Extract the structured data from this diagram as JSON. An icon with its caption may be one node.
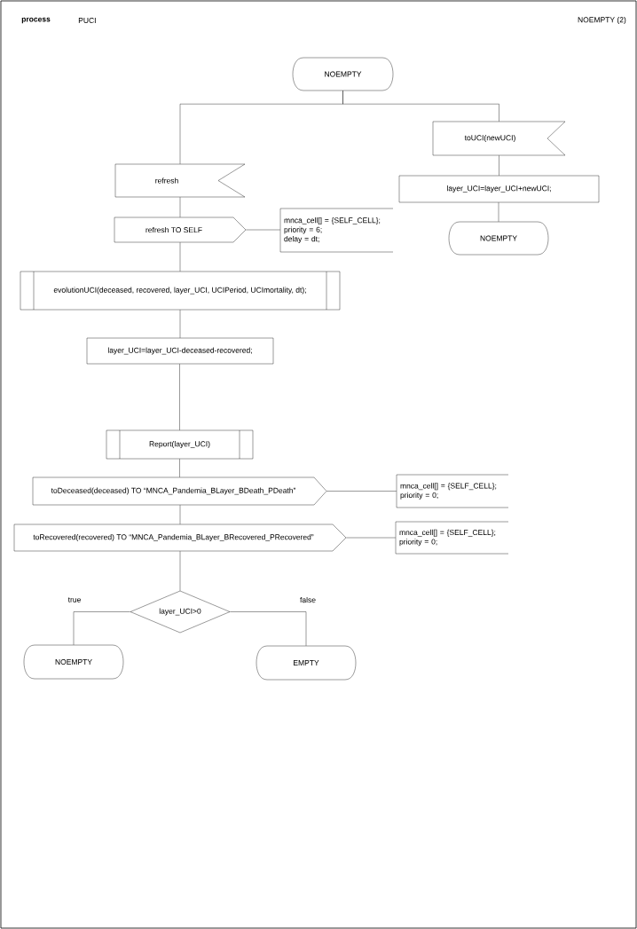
{
  "diagram": {
    "nodes": [
      {
        "text": [
          "NOEMPTY"
        ]
      },
      {
        "text": [
          "refresh"
        ]
      },
      {
        "text": [
          "toUCI(newUCI)"
        ]
      },
      {
        "text": [
          "layer_UCI=layer_UCI+newUCI;"
        ]
      },
      {
        "text": [
          "NOEMPTY"
        ]
      },
      {
        "text": [
          "refresh TO SELF"
        ]
      },
      {
        "text": [
          "mnca_cell[] = {SELF_CELL};",
          "priority = 6;",
          "delay = dt;"
        ]
      },
      {
        "text": [
          "evolutionUCI(deceased, recovered, layer_UCI, UCIPeriod, UCImortality, dt);"
        ]
      },
      {
        "text": [
          "layer_UCI=layer_UCI-deceased-recovered;"
        ]
      },
      {
        "text": [
          "Report(layer_UCI)"
        ]
      },
      {
        "text": [
          "toDeceased(deceased) TO “MNCA_Pandemia_BLayer_BDeath_PDeath”"
        ]
      },
      {
        "text": [
          "mnca_cell[] = {SELF_CELL};",
          "priority = 0;"
        ]
      },
      {
        "text": [
          "toRecovered(recovered) TO “MNCA_Pandemia_BLayer_BRecovered_PRecovered”"
        ]
      },
      {
        "text": [
          "mnca_cell[] = {SELF_CELL};",
          "priority = 0;"
        ]
      },
      {
        "text": [
          "layer_UCI>0"
        ]
      },
      {
        "text": [
          "NOEMPTY"
        ]
      },
      {
        "text": [
          "EMPTY"
        ]
      }
    ],
    "edges": [
      {
        "from": 0,
        "to": 1,
        "arrow": "none"
      },
      {
        "from": 0,
        "to": 2,
        "arrow": "none"
      },
      {
        "from": 2,
        "to": 3,
        "arrow": "none"
      },
      {
        "from": 3,
        "to": 4,
        "arrow": "none"
      },
      {
        "from": 1,
        "to": 5,
        "arrow": "none"
      },
      {
        "from": 5,
        "to": 6,
        "arrow": "none"
      },
      {
        "from": 5,
        "to": 7,
        "arrow": "none"
      },
      {
        "from": 7,
        "to": 8,
        "arrow": "none"
      },
      {
        "from": 8,
        "to": 9,
        "arrow": "none"
      },
      {
        "from": 9,
        "to": 10,
        "arrow": "none"
      },
      {
        "from": 10,
        "to": 11,
        "arrow": "none"
      },
      {
        "from": 10,
        "to": 12,
        "arrow": "none"
      },
      {
        "from": 12,
        "to": 13,
        "arrow": "none"
      },
      {
        "from": 12,
        "to": 14,
        "arrow": "none"
      },
      {
        "from": 14,
        "to": 15,
        "label": "true",
        "arrow": "none"
      },
      {
        "from": 14,
        "to": 16,
        "label": "false",
        "arrow": "none"
      }
    ],
    "labels": [
      "process",
      "PUCI",
      "NOEMPTY (2)"
    ]
  }
}
